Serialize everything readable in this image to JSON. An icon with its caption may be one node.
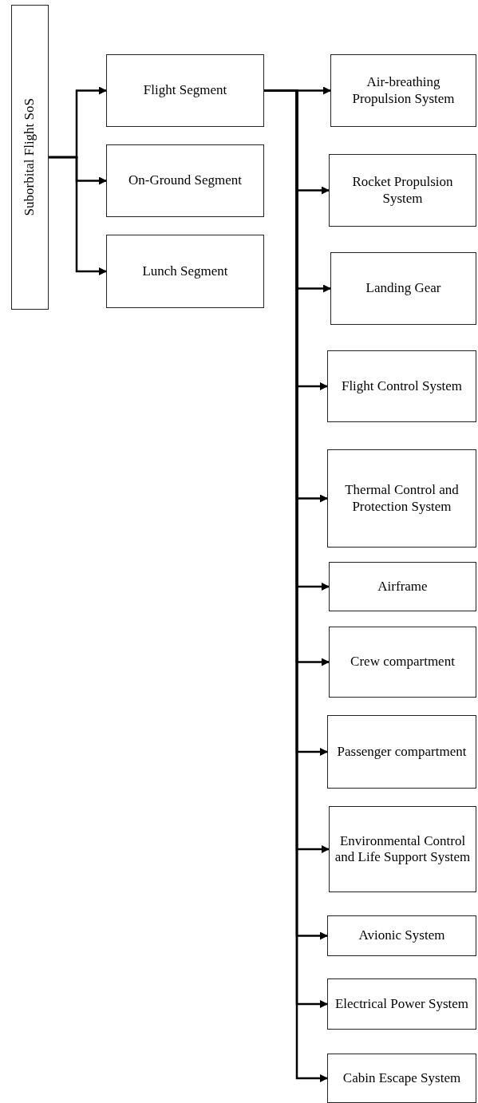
{
  "diagram": {
    "nodes": [
      {
        "text": [
          "Suborbital Flight SoS"
        ]
      },
      {
        "text": [
          "Flight Segment"
        ]
      },
      {
        "text": [
          "On-Ground Segment"
        ]
      },
      {
        "text": [
          "Lunch Segment"
        ]
      },
      {
        "text": [
          "Air-breathing Propulsion System"
        ]
      },
      {
        "text": [
          "Rocket Propulsion System"
        ]
      },
      {
        "text": [
          "Landing Gear"
        ]
      },
      {
        "text": [
          "Flight Control System"
        ]
      },
      {
        "text": [
          "Thermal Control and Protection System"
        ]
      },
      {
        "text": [
          "Airframe"
        ]
      },
      {
        "text": [
          "Crew compartment"
        ]
      },
      {
        "text": [
          "Passenger compartment"
        ]
      },
      {
        "text": [
          "Environmental Control and Life Support System"
        ]
      },
      {
        "text": [
          "Avionic System"
        ]
      },
      {
        "text": [
          "Electrical Power System"
        ]
      },
      {
        "text": [
          "Cabin Escape System"
        ]
      }
    ],
    "edges": [
      {
        "from": 0,
        "to": 1,
        "arrow": "to"
      },
      {
        "from": 0,
        "to": 2,
        "arrow": "to"
      },
      {
        "from": 0,
        "to": 3,
        "arrow": "to"
      },
      {
        "from": 1,
        "to": 4,
        "arrow": "to"
      },
      {
        "from": 1,
        "to": 5,
        "arrow": "to"
      },
      {
        "from": 1,
        "to": 6,
        "arrow": "to"
      },
      {
        "from": 1,
        "to": 7,
        "arrow": "to"
      },
      {
        "from": 1,
        "to": 8,
        "arrow": "to"
      },
      {
        "from": 1,
        "to": 9,
        "arrow": "to"
      },
      {
        "from": 1,
        "to": 10,
        "arrow": "to"
      },
      {
        "from": 1,
        "to": 11,
        "arrow": "to"
      },
      {
        "from": 1,
        "to": 12,
        "arrow": "to"
      },
      {
        "from": 1,
        "to": 13,
        "arrow": "to"
      },
      {
        "from": 1,
        "to": 14,
        "arrow": "to"
      },
      {
        "from": 1,
        "to": 15,
        "arrow": "to"
      }
    ]
  }
}
